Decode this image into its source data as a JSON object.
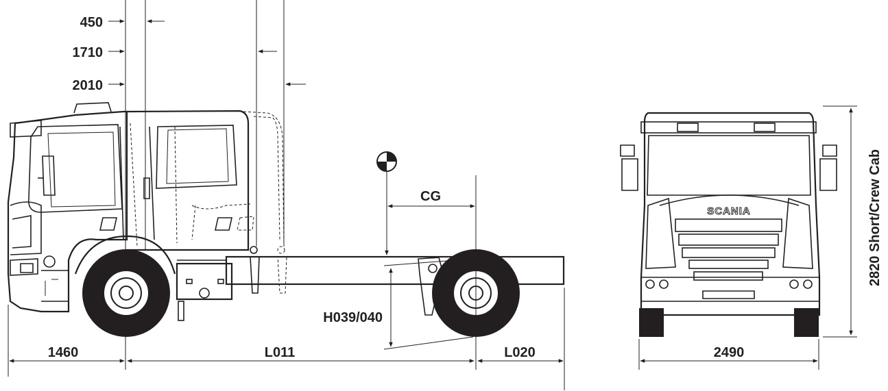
{
  "side_view": {
    "dims_top": [
      "450",
      "1710",
      "2010"
    ],
    "cg_label": "CG",
    "height_label": "H039/040",
    "front_overhang": "1460",
    "wheelbase": "L011",
    "rear_overhang": "L020"
  },
  "front_view": {
    "brand": "SCANIA",
    "width": "2490",
    "height": "2820 Short/Crew Cab"
  },
  "colors": {
    "ink": "#231f20",
    "background": "#ffffff"
  }
}
